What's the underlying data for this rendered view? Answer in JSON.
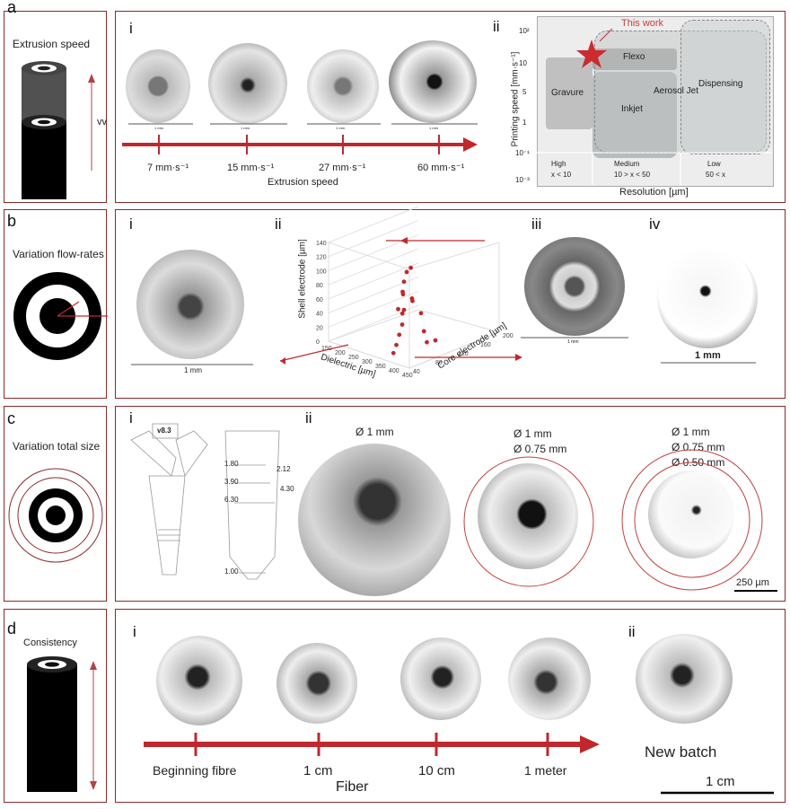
{
  "panel_a": {
    "label": "a",
    "side_title": "Extrusion speed",
    "side_arrow_label": "vv",
    "sub_i": "i",
    "sub_ii": "ii",
    "scale_caption": "1 mm",
    "speeds": [
      "7 mm·s⁻¹",
      "15 mm·s⁻¹",
      "27 mm·s⁻¹",
      "60 mm·s⁻¹"
    ],
    "axis_caption": "Extrusion speed"
  },
  "chart_a_ii": {
    "type": "other",
    "this_work": "This work",
    "ylabel": "Printing speed [mm·s⁻¹]",
    "xlabel": "Resolution [µm]",
    "yticks": [
      "10²",
      "10",
      "5",
      "1",
      "10⁻¹",
      "10⁻³"
    ],
    "regions": [
      "Gravure",
      "Flexo",
      "Inkjet",
      "Aerosol Jet",
      "Dispensing"
    ],
    "columns": [
      {
        "name": "High",
        "range": "x < 10"
      },
      {
        "name": "Medium",
        "range": "10 > x < 50"
      },
      {
        "name": "Low",
        "range": "50 < x"
      }
    ]
  },
  "panel_b": {
    "label": "b",
    "side_title": "Variation flow-rates",
    "sub_i": "i",
    "sub_ii": "ii",
    "sub_iii": "iii",
    "sub_iv": "iv",
    "scale_1mm": "1 mm"
  },
  "chart_data": {
    "type": "scatter",
    "xlabel": "Dielectric [µm]",
    "ylabel": "Shell electrode [µm]",
    "zlabel": "Core electrode [µm]",
    "xticks": [
      "150",
      "200",
      "250",
      "300",
      "350",
      "400",
      "450"
    ],
    "yticks": [
      "0",
      "20",
      "40",
      "60",
      "80",
      "100",
      "120",
      "140"
    ],
    "zticks": [
      "40",
      "80",
      "120",
      "160",
      "200"
    ],
    "points": [
      {
        "x": 180,
        "y": 10,
        "z": 160
      },
      {
        "x": 200,
        "y": 20,
        "z": 140
      },
      {
        "x": 210,
        "y": 30,
        "z": 160
      },
      {
        "x": 260,
        "y": 55,
        "z": 120
      },
      {
        "x": 300,
        "y": 70,
        "z": 100
      },
      {
        "x": 320,
        "y": 45,
        "z": 90
      },
      {
        "x": 340,
        "y": 35,
        "z": 80
      },
      {
        "x": 350,
        "y": 25,
        "z": 70
      },
      {
        "x": 360,
        "y": 15,
        "z": 60
      },
      {
        "x": 370,
        "y": 8,
        "z": 50
      },
      {
        "x": 380,
        "y": 5,
        "z": 120
      },
      {
        "x": 390,
        "y": 10,
        "z": 100
      },
      {
        "x": 400,
        "y": 30,
        "z": 90
      },
      {
        "x": 410,
        "y": 60,
        "z": 80
      },
      {
        "x": 420,
        "y": 85,
        "z": 60
      },
      {
        "x": 430,
        "y": 120,
        "z": 40
      },
      {
        "x": 440,
        "y": 135,
        "z": 40
      },
      {
        "x": 445,
        "y": 140,
        "z": 45
      }
    ]
  },
  "panel_c": {
    "label": "c",
    "side_title": "Variation total size",
    "sub_i": "i",
    "sub_ii": "ii",
    "nozzle_label": "v8.3",
    "dims": [
      "1.80",
      "2.12",
      "3.90",
      "4.30",
      "6.30",
      "1.00"
    ],
    "d1": "Ø 1 mm",
    "d2a": "Ø  1 mm",
    "d2b": "Ø  0.75 mm",
    "d3a": "Ø  1 mm",
    "d3b": "Ø  0.75 mm",
    "d3c": "Ø  0.50 mm",
    "scale": "250 µm"
  },
  "panel_d": {
    "label": "d",
    "side_title": "Consistency",
    "sub_i": "i",
    "sub_ii": "ii",
    "positions": [
      "Beginning fibre",
      "1 cm",
      "10 cm",
      "1 meter"
    ],
    "fiber": "Fiber",
    "new_batch": "New batch",
    "scale": "1 cm"
  },
  "colors": {
    "frame": "#8b2a2a",
    "arrow": "#c0282e",
    "region_gray": "#b9bcbd"
  }
}
